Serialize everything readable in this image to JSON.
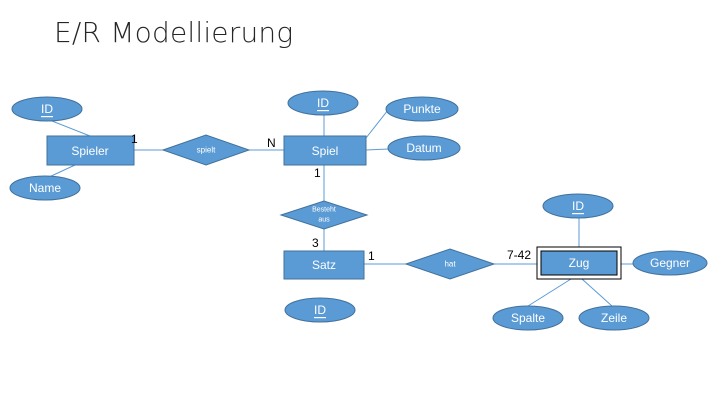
{
  "title": "E/R Modellierung",
  "colors": {
    "fill": "#5B9BD5",
    "stroke": "#41719C",
    "text": "#FFFFFF"
  },
  "entities": {
    "spieler": "Spieler",
    "spiel": "Spiel",
    "satz": "Satz",
    "zug": "Zug"
  },
  "relationships": {
    "spielt": "spielt",
    "besteht_line1": "Besteht",
    "besteht_line2": "aus",
    "hat": "hat"
  },
  "attributes": {
    "spieler_id": "ID",
    "spieler_name": "Name",
    "spiel_id": "ID",
    "spiel_punkte": "Punkte",
    "spiel_datum": "Datum",
    "satz_id": "ID",
    "zug_id": "ID",
    "zug_gegner": "Gegner",
    "zug_spalte": "Spalte",
    "zug_zeile": "Zeile"
  },
  "cardinalities": {
    "spieler_spielt": "1",
    "spielt_spiel": "N",
    "spiel_besteht": "1",
    "besteht_satz": "3",
    "satz_hat": "1",
    "hat_zug": "7-42"
  }
}
